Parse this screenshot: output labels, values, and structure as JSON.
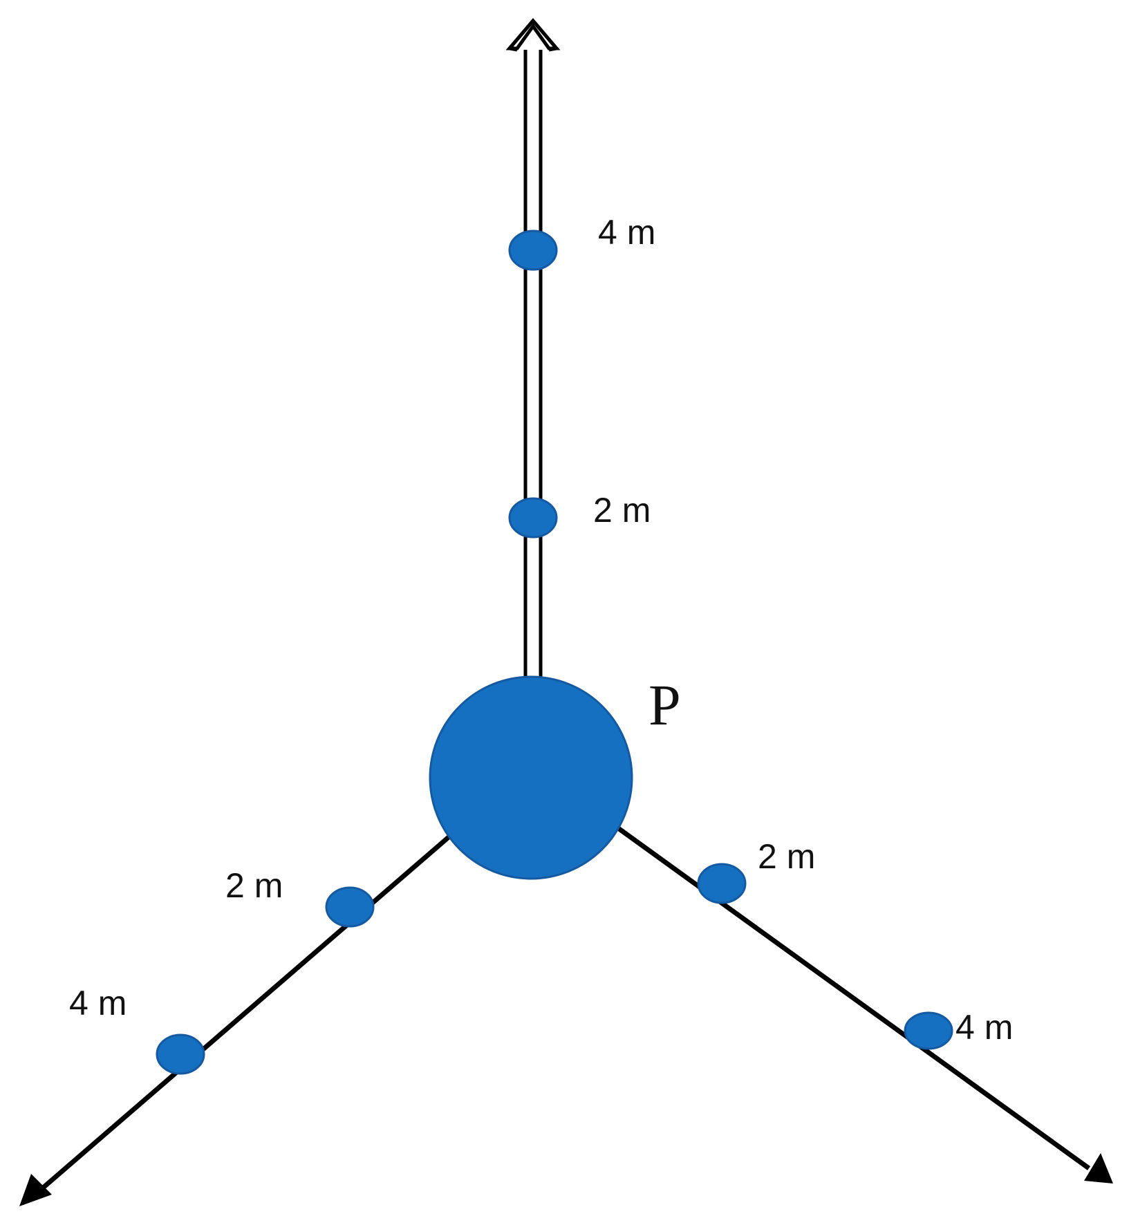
{
  "colors": {
    "marker_fill": "#1670c2",
    "marker_stroke": "#1559a0",
    "line": "#000000",
    "background": "#ffffff"
  },
  "diagram": {
    "center_label": "P",
    "labels": {
      "up_2m": "2 m",
      "up_4m": "4 m",
      "left_2m": "2 m",
      "left_4m": "4 m",
      "right_2m": "2 m",
      "right_4m": "4 m"
    }
  }
}
